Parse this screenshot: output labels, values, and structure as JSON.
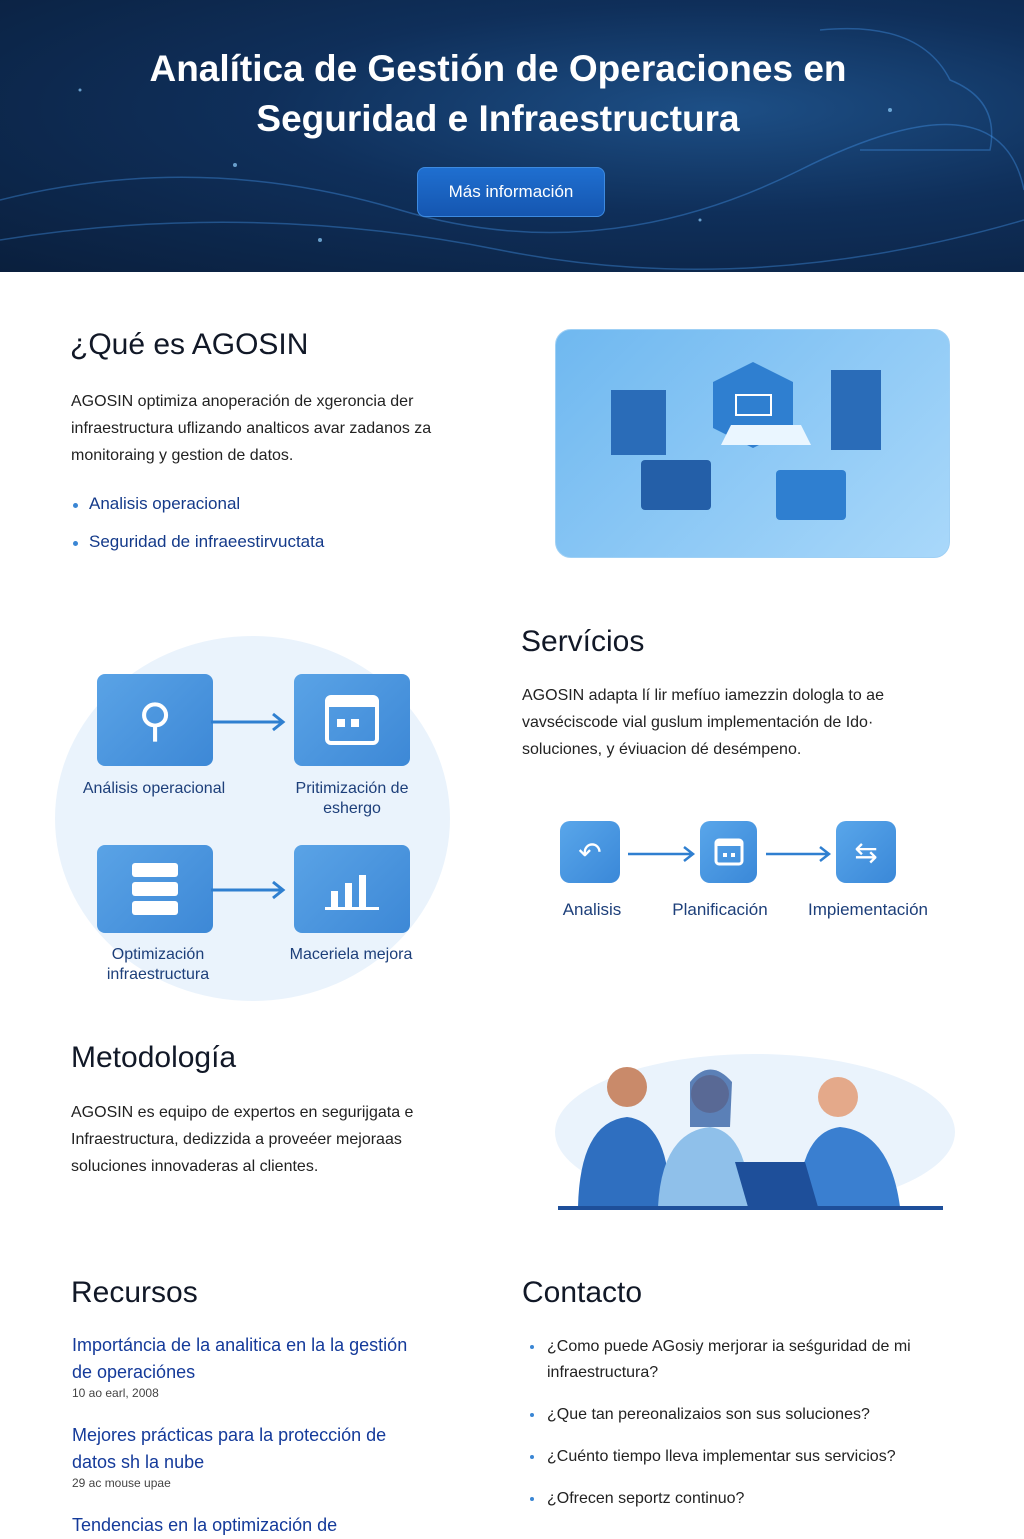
{
  "hero": {
    "title": "Analítica de Gestión de Operaciones en Seguridad e Infraestructura",
    "button": "Más información"
  },
  "about": {
    "heading": "¿Qué es AGOSIN",
    "text": "AGOSIN optimiza anoperación de xgeroncia der infraestructura uflizando analticos avar zadanos za monitoraing y gestion de datos.",
    "bullets": [
      "Analisis operacional",
      "Seguridad de infraeestirvuctata"
    ]
  },
  "diagram": {
    "items": [
      {
        "label": "Análisis operacional",
        "icon": "search-icon"
      },
      {
        "label": "Pritimización de eshergo",
        "icon": "calendar-icon"
      },
      {
        "label": "Optimización infraestructura",
        "icon": "server-icon"
      },
      {
        "label": "Maceriela mejora",
        "icon": "bar-chart-icon"
      }
    ]
  },
  "services": {
    "heading": "Servícios",
    "text": "AGOSIN adapta lí lir mefíuo iamezzin dologla to ae vavséciscode vial guslum implementación de Ido· soluciones, y éviuacion dé desémpeno.",
    "steps": [
      {
        "label": "Analisis",
        "icon": "return-arrow-icon"
      },
      {
        "label": "Planificación",
        "icon": "calendar-icon"
      },
      {
        "label": "Impiementación",
        "icon": "exchange-icon"
      }
    ]
  },
  "method": {
    "heading": "Metodología",
    "text": "AGOSIN es equipo de expertos en segurijgata e Infraestructura, dedizzida a proveéer mejoraas soluciones innovaderas al clientes."
  },
  "resources": {
    "heading": "Recursos",
    "items": [
      {
        "title": "Importáncia de la analitica en la la gestión de operaciónes",
        "date": "10 ao earl, 2008"
      },
      {
        "title": "Mejores prácticas para la protección de datos sh la nube",
        "date": "29 ac mouse upae"
      },
      {
        "title": "Tendencias en la optimización de",
        "date": ""
      }
    ]
  },
  "contact": {
    "heading": "Contacto",
    "faqs": [
      "¿Como puede AGosiy merjorar ia seśguridad de mi infraestructura?",
      "¿Que tan pereonalizaios son sus soluciones?",
      "¿Cuénto tiempo lleva implementar sus servicios?",
      "¿Ofrecen seportz continuo?"
    ]
  },
  "colors": {
    "accent": "#1f6fd0",
    "link": "#143a9a",
    "hero_bg": "#0f2f5a",
    "tile": "#4a96de"
  }
}
